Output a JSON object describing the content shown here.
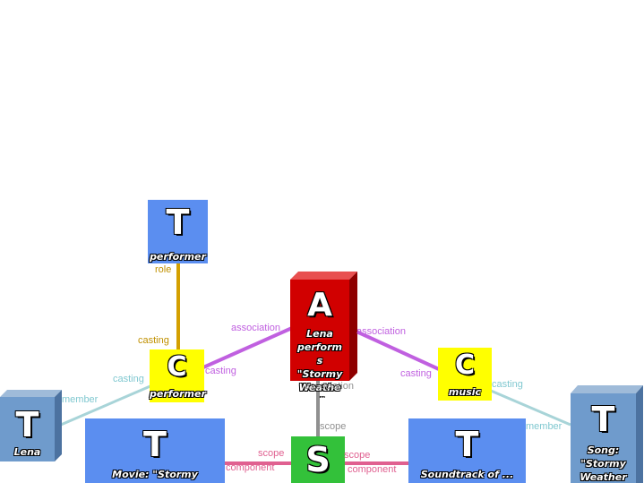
{
  "nodes": {
    "topic_performer": {
      "letter": "T",
      "caption": "performer"
    },
    "class_performer": {
      "letter": "C",
      "caption": "performer"
    },
    "topic_lena": {
      "letter": "T",
      "caption": "Lena"
    },
    "topic_movie": {
      "letter": "T",
      "caption": "Movie: \"Stormy"
    },
    "association": {
      "letter": "A",
      "caption": [
        "Lena",
        "perform",
        "s",
        "\"Stormy",
        "Weathe",
        "r\""
      ]
    },
    "scope": {
      "letter": "S"
    },
    "topic_soundtrack": {
      "letter": "T",
      "caption": "Soundtrack of ..."
    },
    "class_music": {
      "letter": "C",
      "caption": "music"
    },
    "topic_song": {
      "letter": "T",
      "caption": [
        "Song:",
        "\"Stormy",
        "Weather"
      ]
    }
  },
  "edges": {
    "role": "role",
    "casting_upper": "casting",
    "casting_mid": "casting",
    "casting_left": "casting",
    "member_left": "member",
    "association_left": "association",
    "association_right": "association",
    "association_mid": "association",
    "casting_right_inner": "casting",
    "casting_right_outer": "casting",
    "member_right": "member",
    "scope_vertical": "scope",
    "scope_left": "scope",
    "component_left": "component",
    "scope_right": "scope",
    "component_right": "component"
  },
  "colors": {
    "topic_blue": "#5b8ef0",
    "topic_steel": "#6f9bcc",
    "class_yellow": "#ffff00",
    "association_red": "#d10000",
    "scope_green": "#33c13a",
    "edge_purple": "#c060e0",
    "edge_gold": "#c09000",
    "edge_teal": "#a8d4d8",
    "edge_gray": "#909090",
    "edge_pink": "#e06090"
  }
}
